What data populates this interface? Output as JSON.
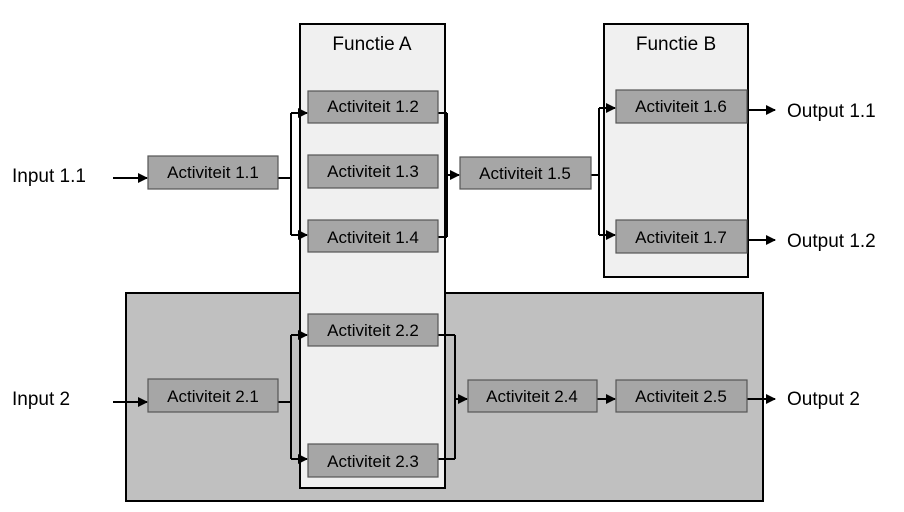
{
  "functions": {
    "a": {
      "label": "Functie A"
    },
    "b": {
      "label": "Functie B"
    }
  },
  "activities": {
    "a11": "Activiteit 1.1",
    "a12": "Activiteit 1.2",
    "a13": "Activiteit 1.3",
    "a14": "Activiteit 1.4",
    "a15": "Activiteit 1.5",
    "a16": "Activiteit 1.6",
    "a17": "Activiteit 1.7",
    "a21": "Activiteit 2.1",
    "a22": "Activiteit 2.2",
    "a23": "Activiteit 2.3",
    "a24": "Activiteit 2.4",
    "a25": "Activiteit 2.5"
  },
  "io": {
    "input_1_1": "Input 1.1",
    "input_2": "Input 2",
    "output_1_1": "Output 1.1",
    "output_1_2": "Output 1.2",
    "output_2": "Output 2"
  },
  "colors": {
    "function_a_fill": "#f0f0f0",
    "function_b_fill": "#f0f0f0",
    "process_2_fill": "#c0c0c0",
    "activity_fill": "#a6a6a6",
    "line": "#000000"
  }
}
